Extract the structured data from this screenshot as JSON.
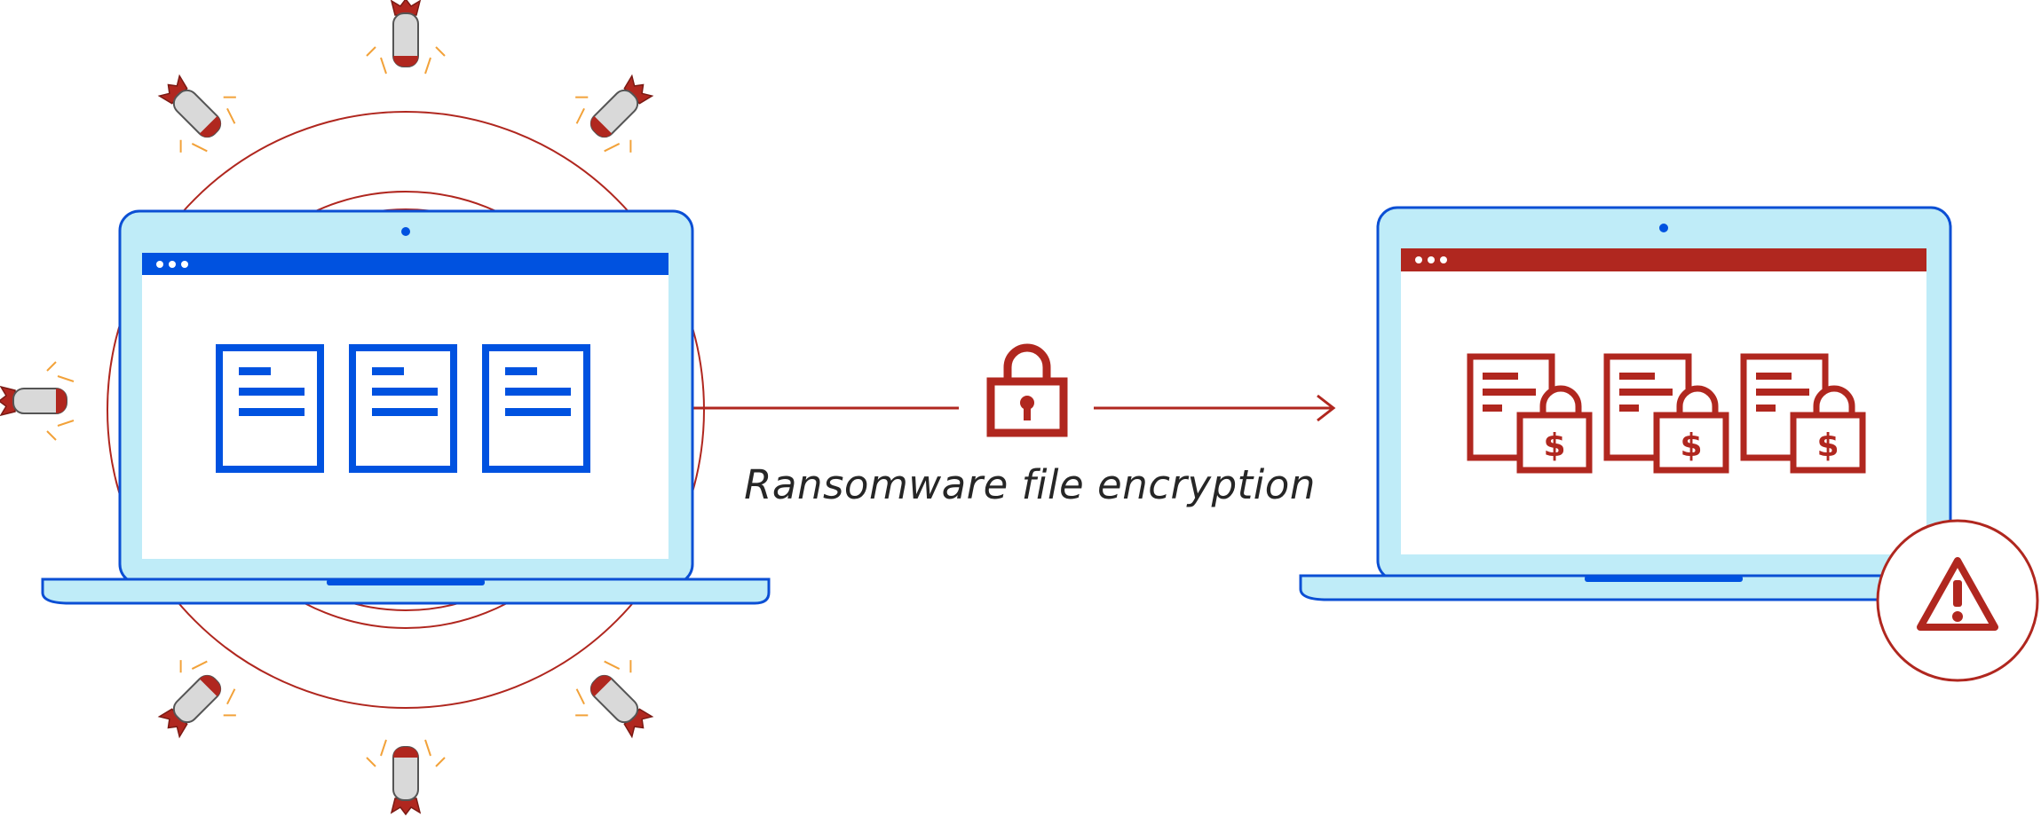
{
  "diagram": {
    "caption": "Ransomware file encryption",
    "colors": {
      "blue": "#0052e0",
      "red": "#b0271f",
      "screen_bezel": "#bfecf8",
      "outline": "#0b4fd4",
      "bomb_body": "#d9d9d9",
      "spark": "#f2a23a"
    },
    "left_laptop": {
      "state": "normal",
      "document_count": 3
    },
    "right_laptop": {
      "state": "encrypted",
      "locked_document_count": 3,
      "lock_symbol": "$"
    },
    "icons": [
      "bomb-icon",
      "padlock-icon",
      "document-icon",
      "locked-document-icon",
      "warning-icon"
    ]
  }
}
